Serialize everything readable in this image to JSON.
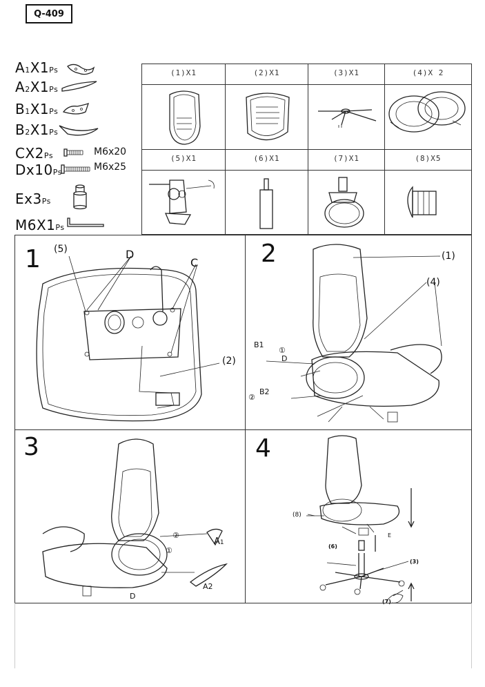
{
  "model_code": "Q-409",
  "parts_list": [
    {
      "name": "A",
      "sub": "1",
      "qty": "X1",
      "unit": "Ps",
      "spec": "",
      "icon": "armrest-cover-a1-icon"
    },
    {
      "name": "A",
      "sub": "2",
      "qty": "X1",
      "unit": "Ps",
      "spec": "",
      "icon": "armrest-cover-a2-icon"
    },
    {
      "name": "B",
      "sub": "1",
      "qty": "X1",
      "unit": "Ps",
      "spec": "",
      "icon": "armrest-cover-b1-icon"
    },
    {
      "name": "B",
      "sub": "2",
      "qty": "X1",
      "unit": "Ps",
      "spec": "",
      "icon": "armrest-cover-b2-icon"
    },
    {
      "name": "C",
      "sub": "",
      "qty": "X2",
      "unit": "Ps",
      "spec": "M6x20",
      "icon": "screw-short-icon"
    },
    {
      "name": "D",
      "sub": "",
      "qty": "x10",
      "unit": "Ps",
      "spec": "M6x25",
      "icon": "screw-long-icon"
    },
    {
      "name": "E",
      "sub": "",
      "qty": "x3",
      "unit": "Ps",
      "spec": "",
      "icon": "spacer-icon"
    },
    {
      "name": "M6",
      "sub": "",
      "qty": "X1",
      "unit": "Ps",
      "spec": "",
      "icon": "hex-key-icon"
    }
  ],
  "components": [
    {
      "label": "(1)X1",
      "icon": "backrest-icon"
    },
    {
      "label": "(2)X1",
      "icon": "seat-icon"
    },
    {
      "label": "(3)X1",
      "icon": "star-base-icon"
    },
    {
      "label": "(4)X 2",
      "icon": "armrest-icon"
    },
    {
      "label": "(5)X1",
      "icon": "mechanism-icon"
    },
    {
      "label": "(6)X1",
      "icon": "gas-lift-icon"
    },
    {
      "label": "(7)X1",
      "icon": "caster-icon"
    },
    {
      "label": "(8)X5",
      "icon": "cap-icon"
    }
  ],
  "steps": [
    {
      "number": "1",
      "callouts": {
        "part5": "(5)",
        "d": "D",
        "c": "C",
        "part2": "(2)"
      }
    },
    {
      "number": "2",
      "callouts": {
        "part1": "(1)",
        "part4": "(4)",
        "b1": "B1",
        "b2": "B2",
        "d": "D",
        "one": "①",
        "two": "②"
      }
    },
    {
      "number": "3",
      "callouts": {
        "a1": "A",
        "a1sub": "1",
        "a2": "A2",
        "d": "D",
        "one": "①",
        "two": "②"
      }
    },
    {
      "number": "4",
      "callouts": {
        "p8": "(8)",
        "p6": "(6)",
        "p3": "(3)",
        "p7": "(7)",
        "e": "E"
      }
    }
  ]
}
